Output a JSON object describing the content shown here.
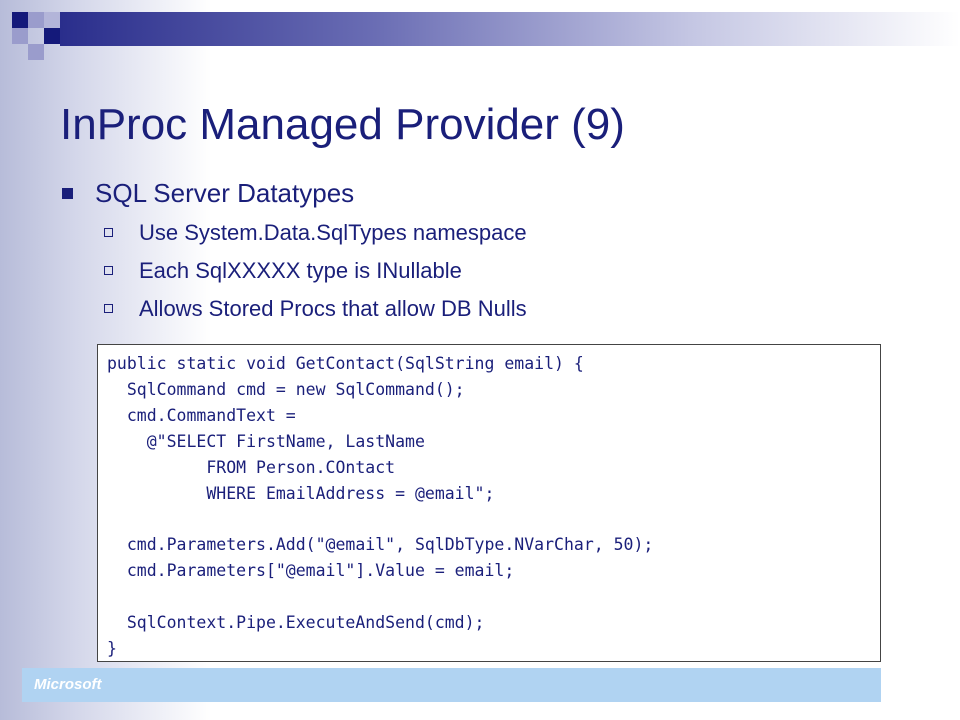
{
  "slide": {
    "title": "InProc Managed Provider (9)",
    "bullet": "SQL Server Datatypes",
    "sub_bullets": [
      "Use System.Data.SqlTypes namespace",
      "Each SqlXXXXX type is INullable",
      "Allows Stored Procs that allow DB Nulls"
    ],
    "code_lines": [
      "public static void GetContact(SqlString email) {",
      "  SqlCommand cmd = new SqlCommand();",
      "  cmd.CommandText =",
      "    @\"SELECT FirstName, LastName",
      "          FROM Person.COntact",
      "          WHERE EmailAddress = @email\";",
      "",
      "  cmd.Parameters.Add(\"@email\", SqlDbType.NVarChar, 50);",
      "  cmd.Parameters[\"@email\"].Value = email;",
      "",
      "  SqlContext.Pipe.ExecuteAndSend(cmd);",
      "}"
    ],
    "footer_brand": "Microsoft"
  },
  "colors": {
    "title": "#1a1f7a",
    "footer": "#b0d3f2",
    "accent_dark": "#14197a",
    "accent_light": "#9a9ccc"
  },
  "icons": {
    "bullet_level1": "filled-square-bullet-icon",
    "bullet_level2": "hollow-square-bullet-icon"
  }
}
